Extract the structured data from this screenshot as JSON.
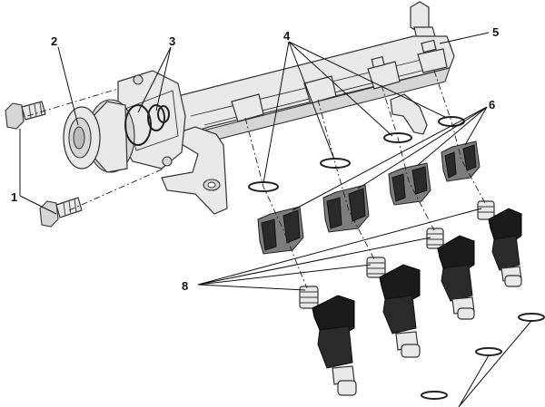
{
  "callouts": {
    "c1": "1",
    "c2": "2",
    "c3": "3",
    "c4": "4",
    "c5": "5",
    "c6": "6",
    "c8": "8"
  }
}
